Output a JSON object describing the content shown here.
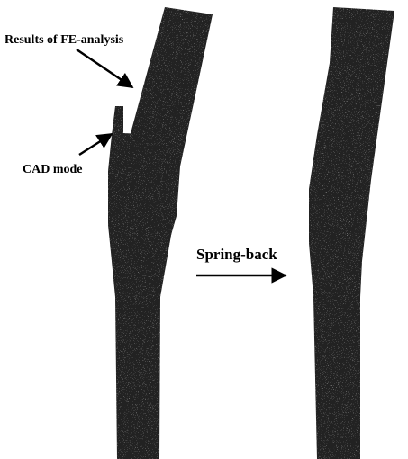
{
  "figure": {
    "label_fe_analysis": "Results of FE-analysis",
    "label_cad_mode": "CAD mode",
    "label_spring_back": "Spring-back"
  },
  "colors": {
    "background": "#ffffff",
    "part_fill": "#222222",
    "speckle": "#8a8a8a",
    "ink": "#000000"
  }
}
